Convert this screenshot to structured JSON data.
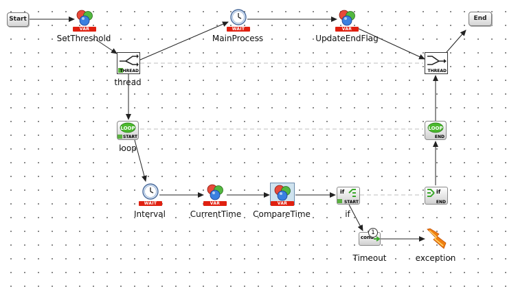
{
  "nodes": {
    "start": "Start",
    "end": "End",
    "set_threshold": "SetThreshold",
    "main_process": "MainProcess",
    "update_end_flag": "UpdateEndFlag",
    "thread": "thread",
    "loop": "loop",
    "interval": "Interval",
    "current_time": "CurrentTime",
    "compare_time": "CompareTime",
    "if": "if",
    "timeout": "Timeout",
    "exception": "exception"
  },
  "badges": {
    "var": "VAR",
    "wait": "WAIT",
    "thread": "THREAD",
    "loop": "LOOP",
    "start": "START",
    "end": "END",
    "if": "if",
    "cond": "cond",
    "cond_index": "1"
  },
  "colors": {
    "var_badge": "#e02010",
    "loop_green": "#4cb82e",
    "if_green": "#3aa82a",
    "exception_orange": "#f08010"
  },
  "icons": [
    "globe-var-icon",
    "clock-wait-icon",
    "thread-fork-icon",
    "thread-join-icon",
    "loop-icon",
    "if-branch-icon",
    "cond-icon",
    "exception-bolt-icon"
  ]
}
